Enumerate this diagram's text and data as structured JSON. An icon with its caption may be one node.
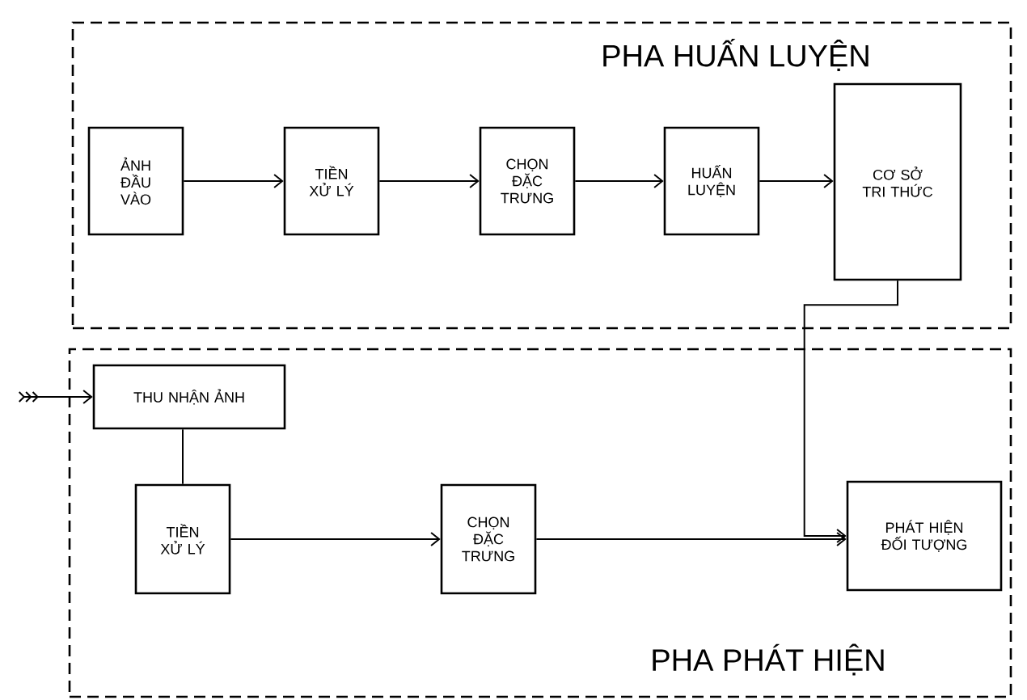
{
  "diagram": {
    "nodes": [
      {
        "text": [
          "PHA HUẤN LUYỆN"
        ]
      },
      {
        "text": [
          "ẢNH ĐẦU VÀO"
        ],
        "in": 0
      },
      {
        "text": [
          "TIỀN XỬ LÝ"
        ],
        "in": 0
      },
      {
        "text": [
          "CHỌN ĐẶC TRƯNG"
        ],
        "in": 0
      },
      {
        "text": [
          "HUẤN LUYỆN"
        ],
        "in": 0
      },
      {
        "text": [
          "CƠ SỞ TRI THỨC"
        ],
        "in": 0
      },
      {
        "text": [
          "PHA PHÁT HIỆN"
        ]
      },
      {
        "text": [
          "THU NHẬN ẢNH"
        ],
        "in": 6
      },
      {
        "text": [
          "TIỀN XỬ LÝ"
        ],
        "in": 6
      },
      {
        "text": [
          "CHỌN ĐẶC TRƯNG"
        ],
        "in": 6
      },
      {
        "text": [
          "PHÁT HIỆN ĐỐI TƯỢNG"
        ],
        "in": 6
      }
    ],
    "edges": [
      {
        "from": 1,
        "to": 2,
        "arrow": "to"
      },
      {
        "from": 2,
        "to": 3,
        "arrow": "to"
      },
      {
        "from": 3,
        "to": 4,
        "arrow": "to"
      },
      {
        "from": 4,
        "to": 5,
        "arrow": "to"
      },
      {
        "from": 5,
        "to": 10,
        "arrow": "to"
      },
      {
        "from": null,
        "to": 7,
        "arrow": "to"
      },
      {
        "from": 7,
        "to": 8,
        "arrow": "none"
      },
      {
        "from": 8,
        "to": 9,
        "arrow": "to"
      },
      {
        "from": 9,
        "to": 10,
        "arrow": "to"
      }
    ]
  }
}
